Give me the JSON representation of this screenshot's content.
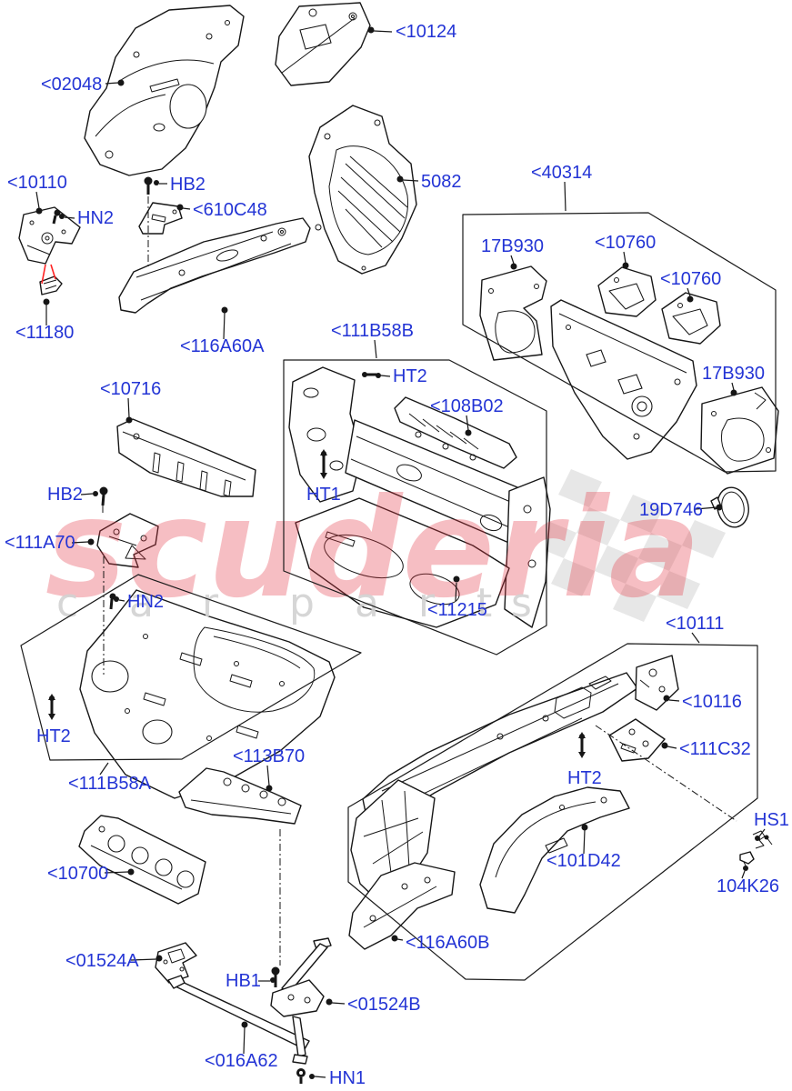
{
  "colors": {
    "label_blue": "#2334d5",
    "line_black": "#161616",
    "watermark_red": "#e63946",
    "watermark_gray": "#d2d2d2",
    "red_callout": "#ff2222",
    "checker_gray": "#e4e4e4"
  },
  "watermark": {
    "brand": "scuderia",
    "sub": {
      "c1": "c",
      "a1": "a",
      "r1": "r",
      "p1": "p",
      "a2": "a",
      "r2": "r",
      "t1": "t",
      "s1": "s"
    }
  },
  "labels": {
    "l02048": {
      "text": "<02048"
    },
    "l10124": {
      "text": "<10124"
    },
    "l10110": {
      "text": "<10110"
    },
    "lHB2a": {
      "text": "HB2"
    },
    "lHN2a": {
      "text": "HN2"
    },
    "l610C48": {
      "text": "<610C48"
    },
    "l5082": {
      "text": "5082"
    },
    "l40314": {
      "text": "<40314"
    },
    "l17B930a": {
      "text": "17B930"
    },
    "l10760a": {
      "text": "<10760"
    },
    "l10760b": {
      "text": "<10760"
    },
    "l17B930b": {
      "text": "17B930"
    },
    "l11180": {
      "text": "<11180"
    },
    "l116A60A": {
      "text": "<116A60A"
    },
    "l111B58B": {
      "text": "<111B58B"
    },
    "lHT2a": {
      "text": "HT2"
    },
    "l108B02": {
      "text": "<108B02"
    },
    "lHT1": {
      "text": "HT1"
    },
    "l10716": {
      "text": "<10716"
    },
    "lHB2b": {
      "text": "HB2"
    },
    "l111A70": {
      "text": "<111A70"
    },
    "lHN2b": {
      "text": "HN2"
    },
    "l11215": {
      "text": "<11215"
    },
    "l19D746": {
      "text": "19D746"
    },
    "l10111": {
      "text": "<10111"
    },
    "l10116": {
      "text": "<10116"
    },
    "l111C32": {
      "text": "<111C32"
    },
    "lHT2c": {
      "text": "HT2"
    },
    "l101D42": {
      "text": "<101D42"
    },
    "lHS1": {
      "text": "HS1"
    },
    "l104K26": {
      "text": "104K26"
    },
    "l116A60B": {
      "text": "<116A60B"
    },
    "l111B58A": {
      "text": "<111B58A"
    },
    "lHT2d": {
      "text": "HT2"
    },
    "l113B70": {
      "text": "<113B70"
    },
    "l10700": {
      "text": "<10700"
    },
    "l01524A": {
      "text": "<01524A"
    },
    "lHB1": {
      "text": "HB1"
    },
    "l01524B": {
      "text": "<01524B"
    },
    "l016A62": {
      "text": "<016A62"
    },
    "lHN1": {
      "text": "HN1"
    }
  }
}
